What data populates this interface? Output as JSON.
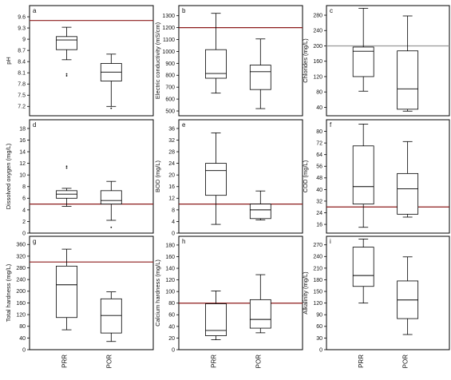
{
  "chart_data": [
    {
      "type": "box",
      "panel": "a",
      "ylabel": "pH",
      "yticks": [
        7.2,
        7.5,
        7.8,
        8.1,
        8.4,
        8.7,
        9,
        9.3,
        9.6
      ],
      "ylim": [
        6.95,
        9.9
      ],
      "ref": {
        "value": 9.5,
        "color": "#8b1a1a"
      },
      "series": [
        {
          "name": "PRR",
          "whisker_low": 8.45,
          "q1": 8.72,
          "median": 8.98,
          "q3": 9.07,
          "whisker_high": 9.32,
          "outliers": [
            8.07,
            8.02
          ]
        },
        {
          "name": "POR",
          "whisker_low": 7.2,
          "q1": 7.88,
          "median": 8.12,
          "q3": 8.35,
          "whisker_high": 8.6,
          "outliers": [
            7.15
          ]
        }
      ]
    },
    {
      "type": "box",
      "panel": "b",
      "ylabel": "Electric conductivity (mS/cm)",
      "yticks": [
        500,
        600,
        700,
        800,
        900,
        1000,
        1100,
        1200,
        1300
      ],
      "ylim": [
        460,
        1385
      ],
      "ref": {
        "value": 1200,
        "color": "#8b1a1a"
      },
      "series": [
        {
          "name": "PRR",
          "whisker_low": 650,
          "q1": 775,
          "median": 815,
          "q3": 1015,
          "whisker_high": 1320,
          "outliers": []
        },
        {
          "name": "POR",
          "whisker_low": 520,
          "q1": 680,
          "median": 830,
          "q3": 885,
          "whisker_high": 1105,
          "outliers": []
        }
      ]
    },
    {
      "type": "box",
      "panel": "c",
      "ylabel": "Chlorides (mg/L)",
      "yticks": [
        40,
        80,
        120,
        160,
        200,
        240,
        280
      ],
      "ylim": [
        18,
        305
      ],
      "ref": {
        "value": 200,
        "color": "#999999"
      },
      "series": [
        {
          "name": "PRR",
          "whisker_low": 82,
          "q1": 120,
          "median": 186,
          "q3": 197,
          "whisker_high": 298,
          "outliers": []
        },
        {
          "name": "POR",
          "whisker_low": 30,
          "q1": 35,
          "median": 88,
          "q3": 187,
          "whisker_high": 278,
          "outliers": []
        }
      ]
    },
    {
      "type": "box",
      "panel": "d",
      "ylabel": "Dissolved oxygen (mg/L)",
      "yticks": [
        0,
        2,
        4,
        6,
        8,
        10,
        12,
        14,
        16,
        18
      ],
      "ylim": [
        0,
        19.5
      ],
      "ref": {
        "value": 5,
        "color": "#8b1a1a"
      },
      "series": [
        {
          "name": "PRR",
          "whisker_low": 4.6,
          "q1": 6.0,
          "median": 6.7,
          "q3": 7.3,
          "whisker_high": 7.7,
          "outliers": [
            11.2,
            11.5
          ]
        },
        {
          "name": "POR",
          "whisker_low": 2.2,
          "q1": 5.0,
          "median": 5.6,
          "q3": 7.3,
          "whisker_high": 8.9,
          "outliers": [
            1.0
          ]
        }
      ]
    },
    {
      "type": "box",
      "panel": "e",
      "ylabel": "BOD (mg/L)",
      "yticks": [
        0,
        4,
        8,
        12,
        16,
        20,
        24,
        28,
        32,
        36
      ],
      "ylim": [
        0,
        39
      ],
      "ref": {
        "value": 10,
        "color": "#8b1a1a"
      },
      "series": [
        {
          "name": "PRR",
          "whisker_low": 3,
          "q1": 13,
          "median": 21.5,
          "q3": 24,
          "whisker_high": 34.5,
          "outliers": []
        },
        {
          "name": "POR",
          "whisker_low": 4.5,
          "q1": 5,
          "median": 8,
          "q3": 10,
          "whisker_high": 14.5,
          "outliers": []
        }
      ]
    },
    {
      "type": "box",
      "panel": "f",
      "ylabel": "COD (mg/L)",
      "yticks": [
        16,
        24,
        32,
        40,
        48,
        56,
        64,
        72,
        80
      ],
      "ylim": [
        10,
        88
      ],
      "ref": {
        "value": 28,
        "color": "#8b1a1a"
      },
      "series": [
        {
          "name": "PRR",
          "whisker_low": 14,
          "q1": 30,
          "median": 42,
          "q3": 70,
          "whisker_high": 85,
          "outliers": []
        },
        {
          "name": "POR",
          "whisker_low": 21,
          "q1": 23,
          "median": 40.5,
          "q3": 51,
          "whisker_high": 73,
          "outliers": []
        }
      ]
    },
    {
      "type": "box",
      "panel": "g",
      "ylabel": "Total hardness (mg/L)",
      "yticks": [
        0,
        40,
        80,
        120,
        160,
        200,
        240,
        280,
        320,
        360
      ],
      "ylim": [
        0,
        388
      ],
      "ref": {
        "value": 300,
        "color": "#8b1a1a"
      },
      "series": [
        {
          "name": "PRR",
          "whisker_low": 68,
          "q1": 110,
          "median": 222,
          "q3": 286,
          "whisker_high": 344,
          "outliers": []
        },
        {
          "name": "POR",
          "whisker_low": 28,
          "q1": 57,
          "median": 117,
          "q3": 174,
          "whisker_high": 198,
          "outliers": []
        }
      ]
    },
    {
      "type": "box",
      "panel": "h",
      "ylabel": "Calcium hardness (mg/L)",
      "yticks": [
        0,
        20,
        40,
        60,
        80,
        100,
        120,
        140,
        160,
        180
      ],
      "ylim": [
        0,
        195
      ],
      "ref": {
        "value": 80,
        "color": "#8b1a1a"
      },
      "series": [
        {
          "name": "PRR",
          "whisker_low": 17,
          "q1": 24,
          "median": 33,
          "q3": 79,
          "whisker_high": 101,
          "outliers": []
        },
        {
          "name": "POR",
          "whisker_low": 29,
          "q1": 37,
          "median": 52,
          "q3": 86,
          "whisker_high": 129,
          "outliers": []
        }
      ]
    },
    {
      "type": "box",
      "panel": "i",
      "ylabel": "Alkalinity (mg/L)",
      "yticks": [
        0,
        30,
        60,
        90,
        120,
        150,
        180,
        210,
        240,
        270
      ],
      "ylim": [
        0,
        292
      ],
      "ref": null,
      "series": [
        {
          "name": "PRR",
          "whisker_low": 120,
          "q1": 163,
          "median": 191,
          "q3": 264,
          "whisker_high": 285,
          "outliers": []
        },
        {
          "name": "POR",
          "whisker_low": 39,
          "q1": 80,
          "median": 128,
          "q3": 177,
          "whisker_high": 239,
          "outliers": []
        }
      ]
    }
  ],
  "xcategories": [
    "PRR",
    "POR"
  ]
}
